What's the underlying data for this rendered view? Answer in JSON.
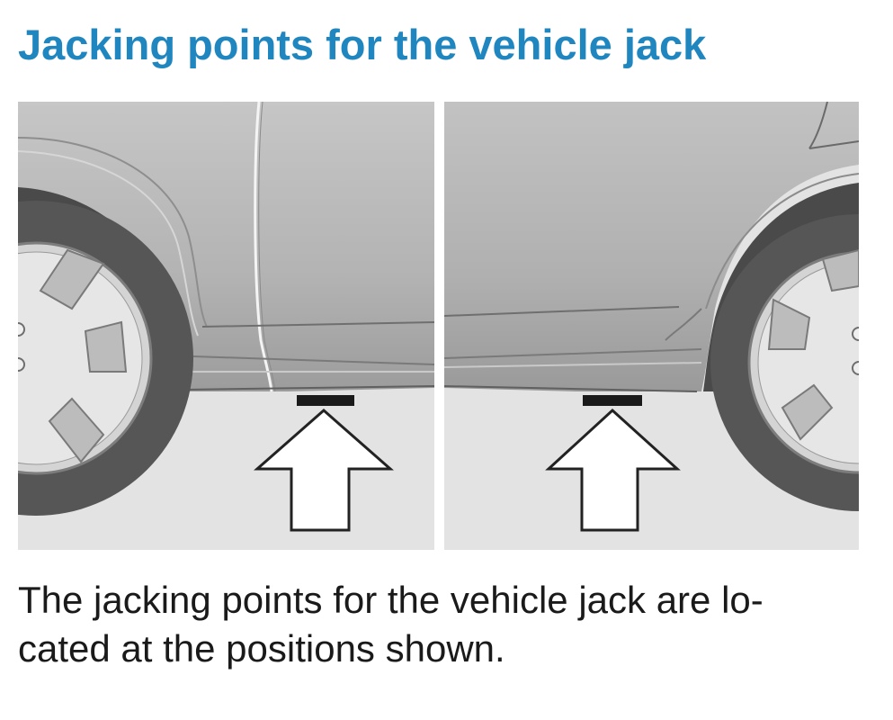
{
  "page": {
    "title": "Jacking points for the vehicle jack",
    "body_lines": [
      "The jacking points for the vehicle jack are lo-",
      "cated at the positions shown."
    ]
  },
  "figure": {
    "panels": [
      {
        "view": "front-side",
        "arrow": "up-arrow-icon"
      },
      {
        "view": "rear-side",
        "arrow": "up-arrow-icon"
      }
    ]
  },
  "colors": {
    "title": "#1f86bf",
    "text": "#1a1a1a",
    "car_body": "#b3b3b3",
    "ground": "#e2e2e2"
  }
}
